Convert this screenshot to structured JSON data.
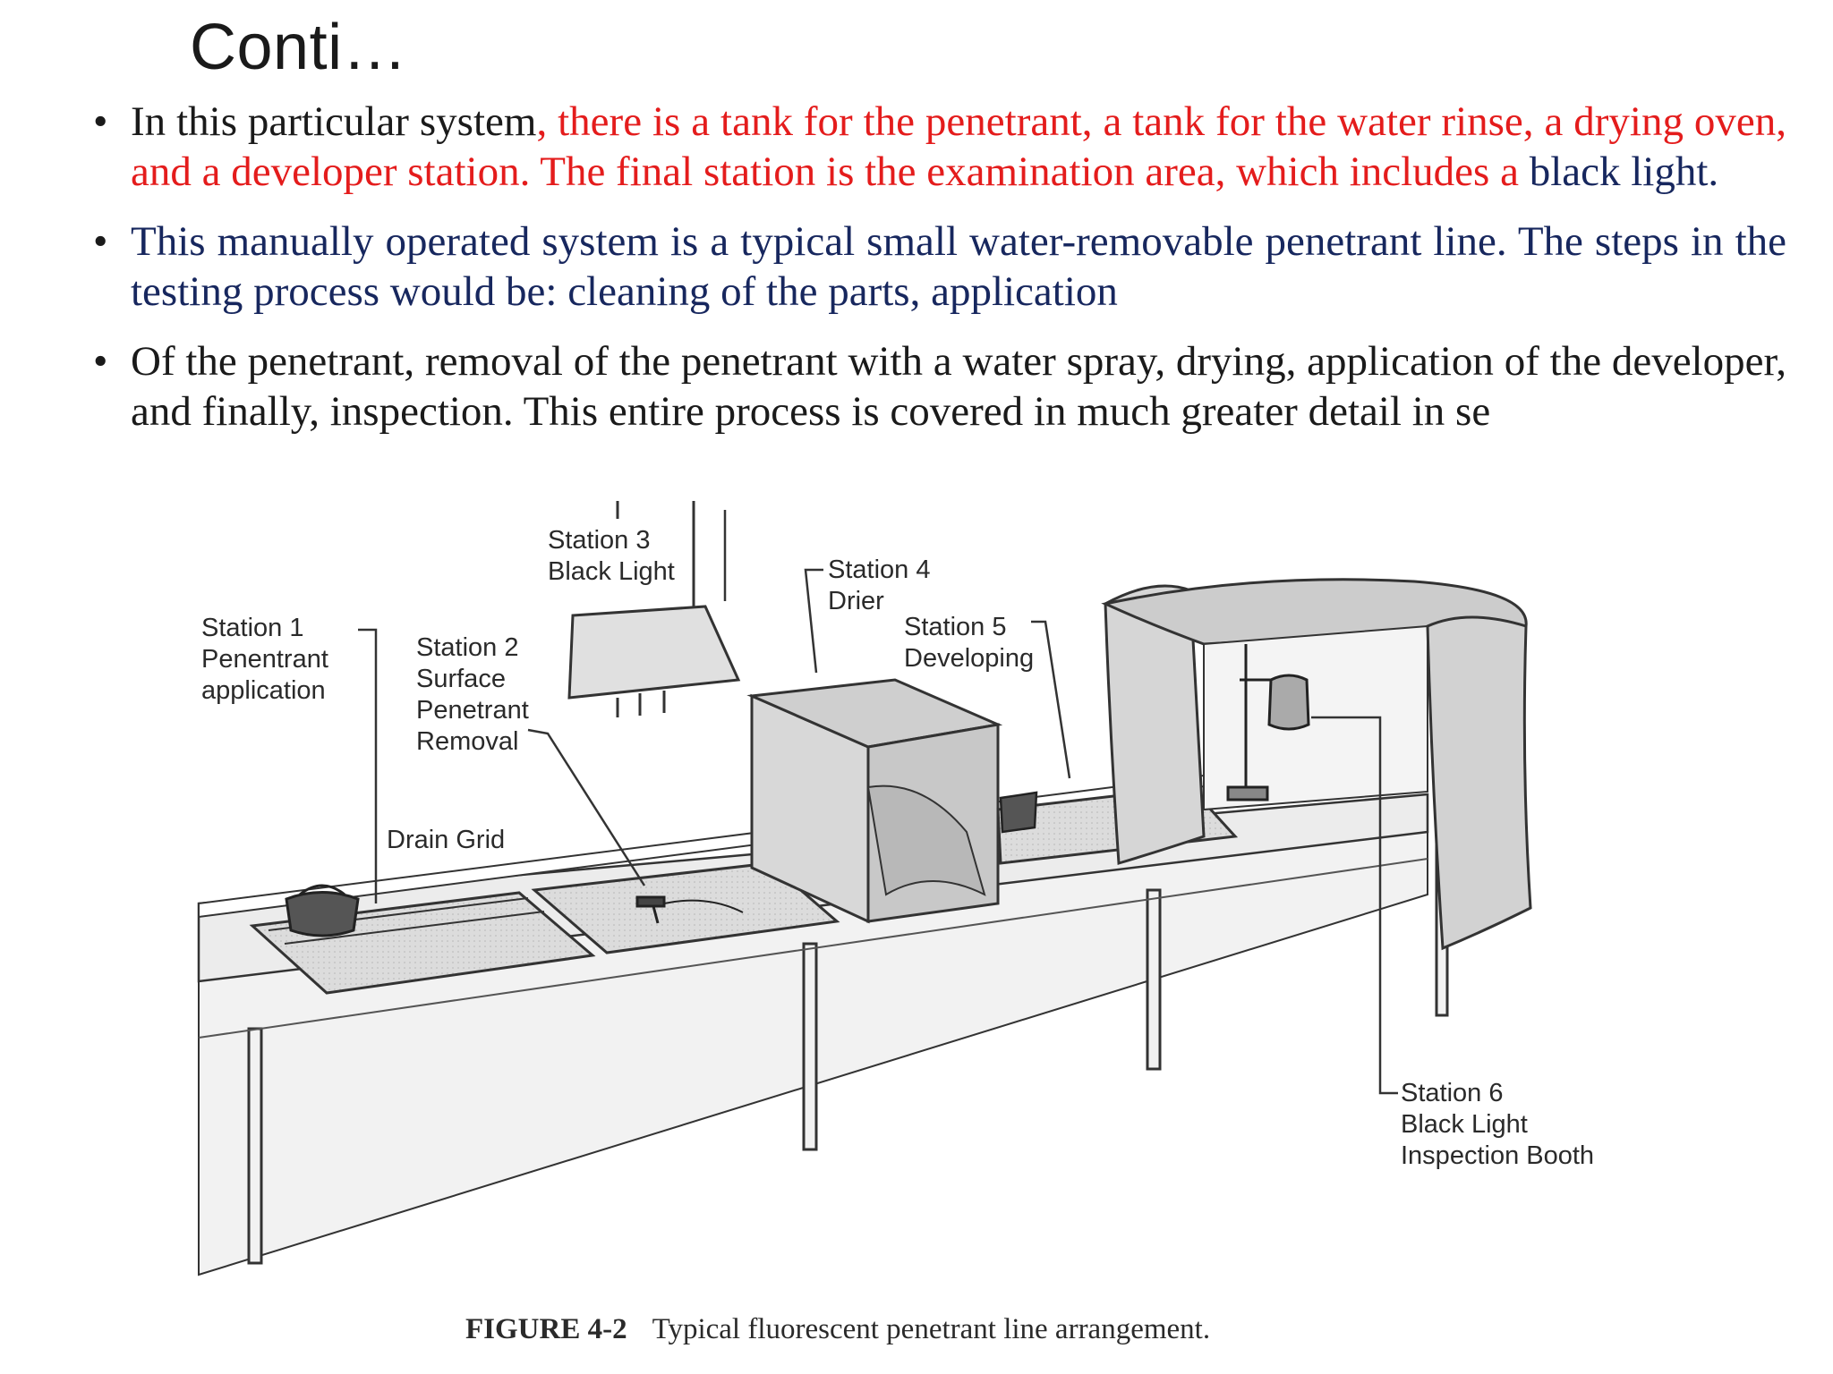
{
  "slide": {
    "title": "Conti…",
    "bullets": [
      {
        "parts": [
          {
            "text": "In this particular system",
            "color": "black"
          },
          {
            "text": ", there is a tank for the penetrant, a tank for the water rinse, a drying oven, and a developer station. The final station is the examination area, which includes a ",
            "color": "red"
          },
          {
            "text": "black light.",
            "color": "navy"
          }
        ]
      },
      {
        "parts": [
          {
            "text": "This manually operated system is a typical small water-removable penetrant line. The steps in the testing process would be: cleaning of the parts, application",
            "color": "navy"
          }
        ]
      },
      {
        "parts": [
          {
            "text": "Of the penetrant, removal of the penetrant with a water spray, drying, application of the developer, and finally, inspection. This entire process is covered in much greater detail in se",
            "color": "black"
          }
        ]
      }
    ]
  },
  "figure": {
    "labels": {
      "station1": [
        "Station 1",
        "Penentrant",
        "application"
      ],
      "station2": [
        "Station 2",
        "Surface",
        "Penetrant",
        "Removal"
      ],
      "station3": [
        "Station 3",
        "Black Light"
      ],
      "station4": [
        "Station 4",
        "Drier"
      ],
      "station5": [
        "Station 5",
        "Developing"
      ],
      "station6": [
        "Station 6",
        "Black Light",
        "Inspection Booth"
      ],
      "drain": "Drain Grid"
    },
    "caption_number": "FIGURE 4-2",
    "caption_text": "Typical fluorescent penetrant line arrangement."
  },
  "colors": {
    "red": "#e41c1c",
    "navy": "#17275e",
    "text": "#1a1a1a"
  }
}
